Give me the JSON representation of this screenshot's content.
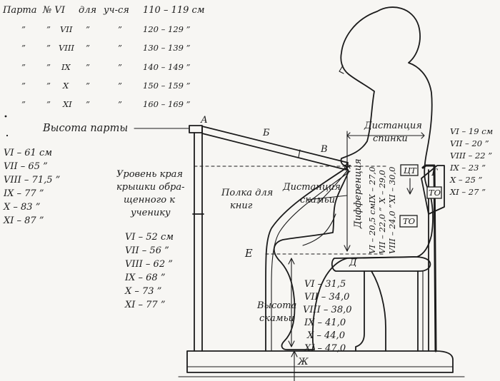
{
  "table": {
    "header": [
      "Парта",
      "№ VI",
      "для",
      "уч-ся",
      "110 – 119 см"
    ],
    "rows": [
      [
        "”",
        "”",
        "VII",
        "”",
        "”",
        "120 – 129 ”"
      ],
      [
        "”",
        "”",
        "VIII",
        "”",
        "”",
        "130 – 139 ”"
      ],
      [
        "”",
        "”",
        "IX",
        "”",
        "”",
        "140 – 149 ”"
      ],
      [
        "”",
        "”",
        "X",
        "”",
        "”",
        "150 – 159 ”"
      ],
      [
        "”",
        "”",
        "XI",
        "”",
        "”",
        "160 – 169 ”"
      ]
    ]
  },
  "labels": {
    "desk_height": "Высота парты",
    "lid_edge_1": "Уровень края",
    "lid_edge_2": "крышки обра-",
    "lid_edge_3": "щенного к",
    "lid_edge_4": "ученику",
    "shelf_1": "Полка для",
    "shelf_2": "книг",
    "seat_dist_1": "Дистанция",
    "seat_dist_2": "скамьи",
    "back_dist_1": "Дистанция",
    "back_dist_2": "спинки",
    "difference": "Дифференция",
    "seat_height_1": "Высота",
    "seat_height_2": "скамьи"
  },
  "letters": {
    "A": "А",
    "B": "Б",
    "V": "В",
    "G": "Г",
    "D": "Д",
    "E": "Е",
    "ZH": "Ж",
    "CT": "ЦТ",
    "TO_back": "ТО",
    "TO_side": "ТО"
  },
  "desk_heights": [
    "VI – 61 см",
    "VII – 65 ”",
    "VIII – 71,5 ”",
    "IX – 77 ”",
    "X – 83 ”",
    "XI – 87 ”"
  ],
  "lid_levels": [
    "VI – 52 см",
    "VII – 56 ”",
    "VIII – 62 ”",
    "IX – 68 ”",
    "X – 73 ”",
    "XI – 77 ”"
  ],
  "seat_heights": [
    "VI – 31,5",
    "VII – 34,0",
    "VIII – 38,0",
    "IX – 41,0",
    "X – 44,0",
    "XI – 47,0"
  ],
  "back_distances": [
    "VI – 19 см",
    "VII – 20 ”",
    "VIII – 22 ”",
    "IX – 23 ”",
    "X – 25 ”",
    "XI – 27 ”"
  ],
  "difference_values": [
    "VI – 20,5 см",
    "VII – 22,0 ”",
    "VIII – 24,0 ”",
    "IX – 27,0",
    "X – 29,0",
    "XI – 30,0"
  ]
}
